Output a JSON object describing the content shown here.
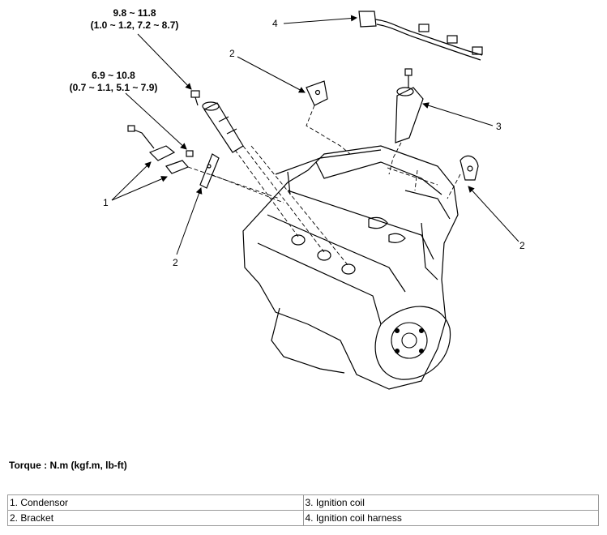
{
  "diagram": {
    "callouts": {
      "left_condensor": "1",
      "left_bracket": "2",
      "top_bracket": "2",
      "right_bracket": "2",
      "coil": "3",
      "harness": "4"
    },
    "torques": {
      "coil_bolt": {
        "nm": "9.8 ~ 11.8",
        "alt": "(1.0 ~ 1.2, 7.2 ~ 8.7)"
      },
      "bracket_bolt": {
        "nm": "6.9 ~ 10.8",
        "alt": "(0.7 ~ 1.1, 5.1 ~ 7.9)"
      }
    }
  },
  "torque_note": "Torque : N.m (kgf.m, lb-ft)",
  "legend": {
    "rows": [
      [
        "1. Condensor",
        "3. Ignition coil"
      ],
      [
        "2. Bracket",
        "4. Ignition coil harness"
      ]
    ]
  }
}
